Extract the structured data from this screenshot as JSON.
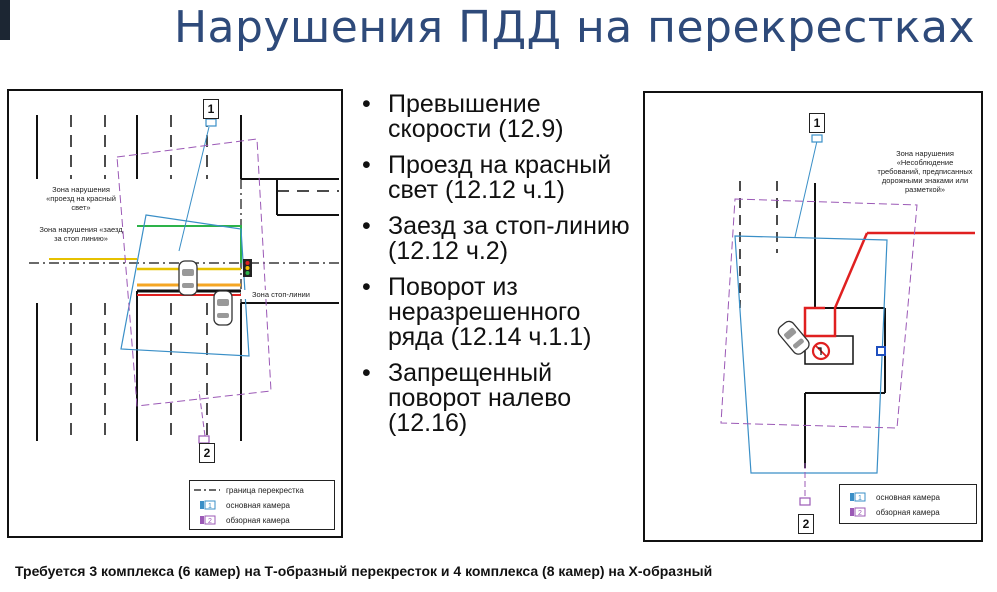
{
  "slide": {
    "title": "Нарушения ПДД на перекрестках",
    "footer": "Требуется 3 комплекса (6 камер) на Т-образный перекресток и 4 комплекса (8 камер) на Х-образный"
  },
  "violations": [
    "Превышение скорости (12.9)",
    "Проезд на красный свет (12.12 ч.1)",
    "Заезд за стоп-линию (12.12 ч.2)",
    "Поворот из неразрешенного ряда (12.14 ч.1.1)",
    "Запрещенный поворот налево (12.16)"
  ],
  "left_diagram": {
    "zone_red_light": "Зона нарушения «проезд на красный свет»",
    "zone_stop_line": "Зона нарушения «заезд за стоп линию»",
    "stop_line_zone": "Зона стоп-линии",
    "camera_1": "1",
    "camera_2": "2",
    "legend": {
      "boundary": "граница перекрестка",
      "main_camera": "основная камера",
      "overview_camera": "обзорная камера",
      "main_num": "1",
      "overview_num": "2"
    }
  },
  "right_diagram": {
    "zone_signs": "Зона нарушения «Несоблюдение требований, предписанных дорожными знаками или разметкой»",
    "camera_1": "1",
    "camera_2": "2",
    "legend": {
      "main_camera": "основная камера",
      "overview_camera": "обзорная камера",
      "main_num": "1",
      "overview_num": "2"
    }
  },
  "colors": {
    "title": "#2e4a7a",
    "camera_main": "#3a8fc7",
    "camera_overview": "#9b59b6",
    "zone_red": "#e02020",
    "zone_green": "#2db34a",
    "zone_orange": "#f5a623",
    "zone_yellow": "#e6c100"
  }
}
